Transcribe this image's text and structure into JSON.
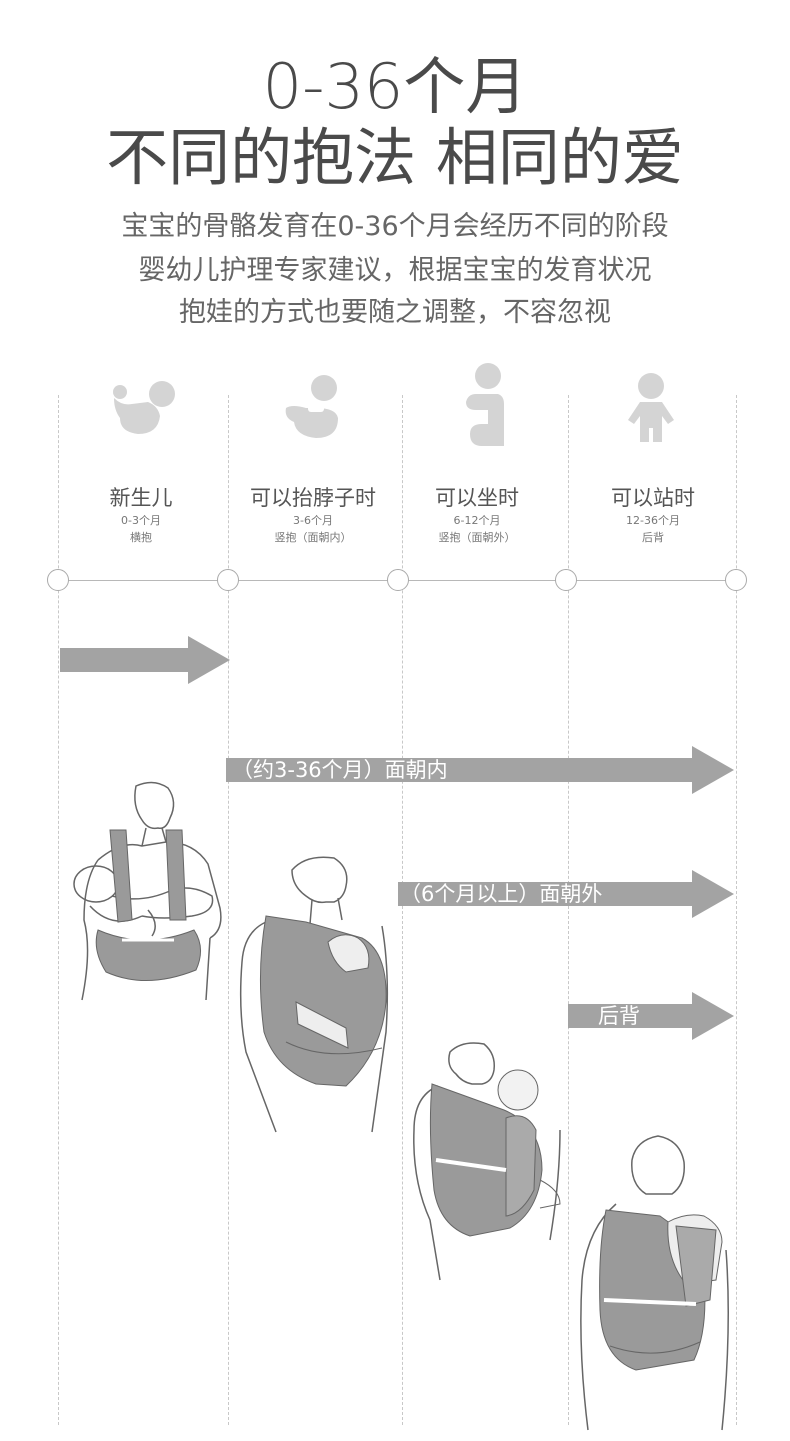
{
  "header": {
    "title_line1": "0-36个月",
    "title_line2": "不同的抱法 相同的爱",
    "subtitle": [
      "宝宝的骨骼发育在0-36个月会经历不同的阶段",
      "婴幼儿护理专家建议，根据宝宝的发育状况",
      "抱娃的方式也要随之调整，不容忽视"
    ]
  },
  "stages": [
    {
      "icon": "newborn-icon",
      "name": "新生儿",
      "range": "0-3个月",
      "note": "横抱"
    },
    {
      "icon": "baby-lifting-head-icon",
      "name": "可以抬脖子时",
      "range": "3-6个月",
      "note": "竖抱（面朝内）"
    },
    {
      "icon": "baby-sitting-icon",
      "name": "可以坐时",
      "range": "6-12个月",
      "note": "竖抱（面朝外）"
    },
    {
      "icon": "baby-standing-icon",
      "name": "可以站时",
      "range": "12-36个月",
      "note": "后背"
    }
  ],
  "arrows": [
    {
      "label": ""
    },
    {
      "label": "（约3-36个月）面朝内"
    },
    {
      "label": "（6个月以上）面朝外"
    },
    {
      "label": "后背"
    }
  ],
  "colors": {
    "arrow": "#a3a3a3",
    "icon": "#d4d4d4",
    "carrier": "#9a9a9a",
    "line": "#b8b8b8"
  }
}
